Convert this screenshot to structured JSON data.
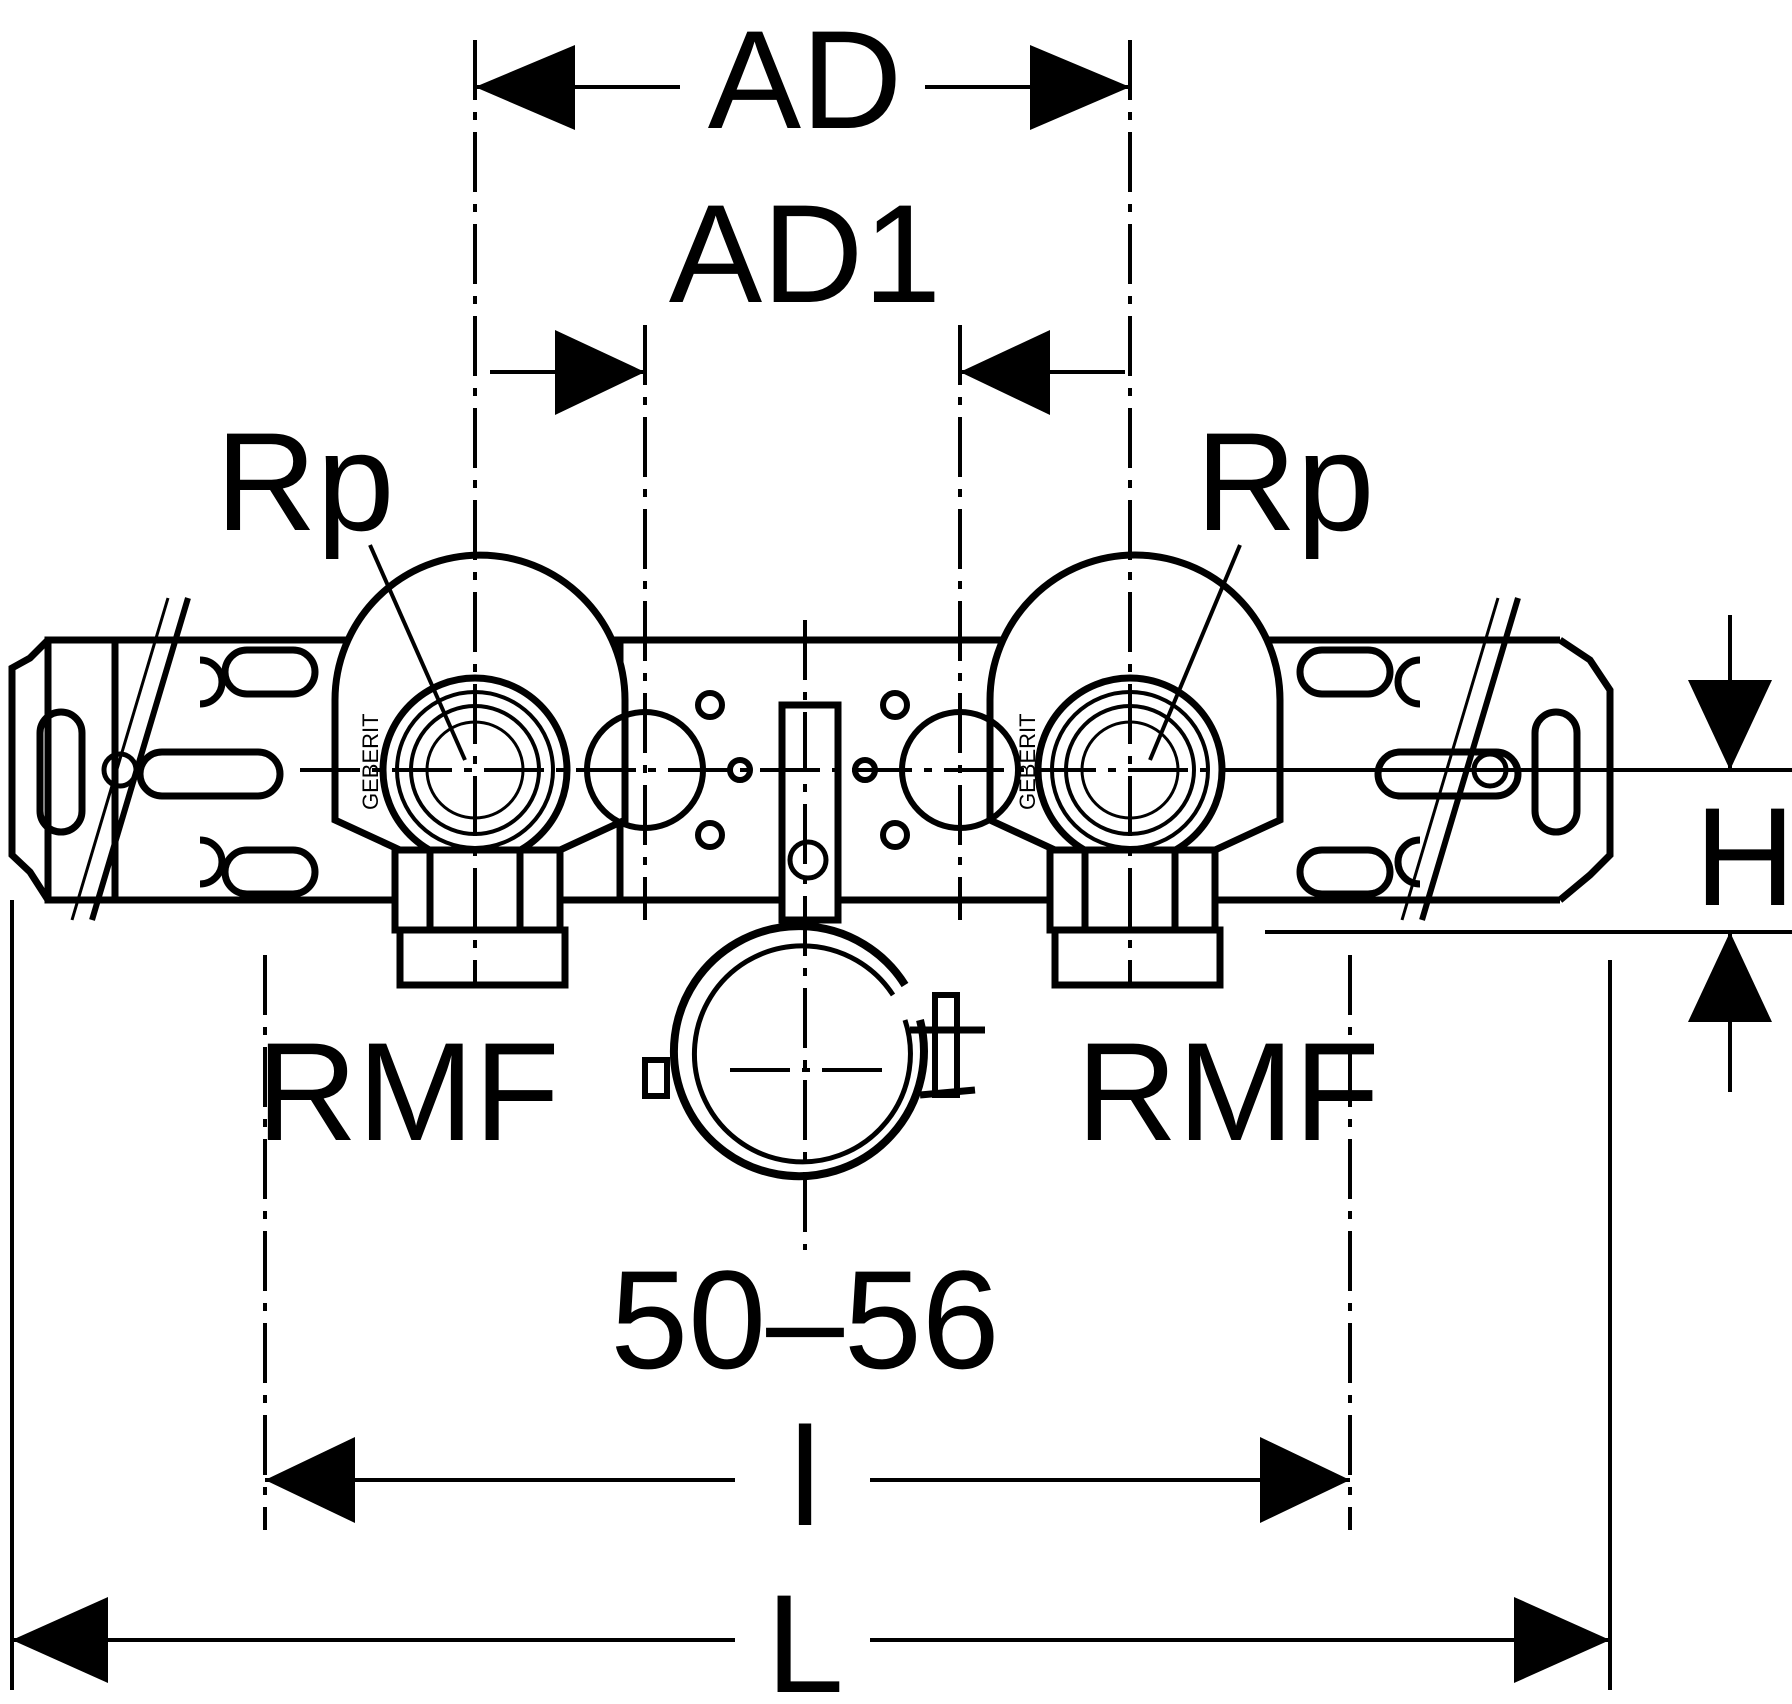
{
  "labels": {
    "ad": "AD",
    "ad1": "AD1",
    "rp_left": "Rp",
    "rp_right": "Rp",
    "h": "H",
    "rmf_left": "RMF",
    "rmf_right": "RMF",
    "range": "50–56",
    "l_small": "l",
    "l_big": "L"
  },
  "logo_text": "GEBERIT",
  "colors": {
    "ink": "#000000",
    "paper": "#ffffff"
  }
}
